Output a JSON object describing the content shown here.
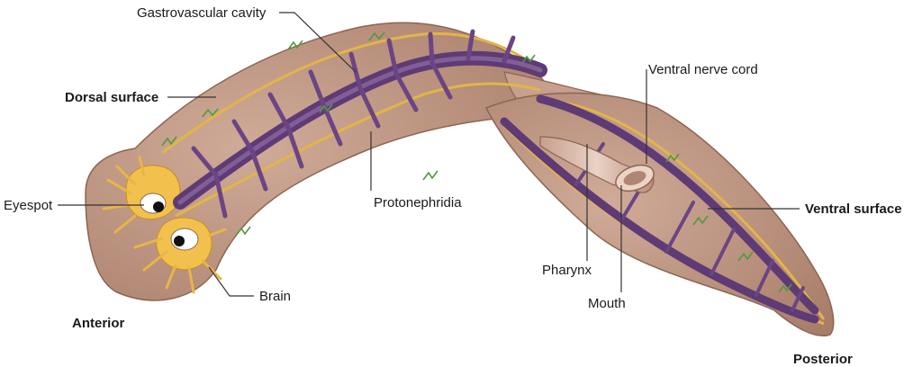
{
  "diagram": {
    "colors": {
      "body_fill": "#bd9480",
      "body_edge": "#8c6553",
      "gut": "#6b4583",
      "gut_light": "#9977ad",
      "nerve": "#e2b548",
      "nerve_edge": "#b48424",
      "protonephridia": "#4f9a3c",
      "eyespot_cup": "#f2c04d",
      "pharynx": "#d9b9a8"
    },
    "labels": {
      "gastrovascular_cavity": "Gastrovascular cavity",
      "dorsal_surface": "Dorsal surface",
      "eyespot": "Eyespot",
      "brain": "Brain",
      "anterior": "Anterior",
      "protonephridia": "Protonephridia",
      "ventral_nerve_cord": "Ventral nerve cord",
      "ventral_surface": "Ventral surface",
      "pharynx": "Pharynx",
      "mouth": "Mouth",
      "posterior": "Posterior"
    }
  }
}
